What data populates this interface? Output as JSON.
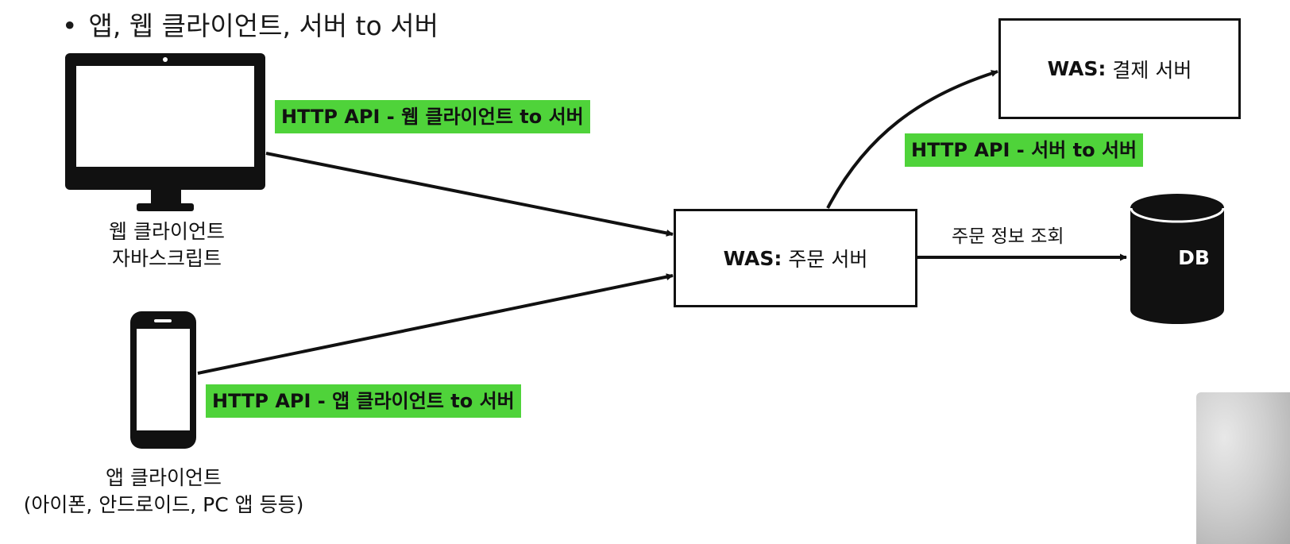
{
  "heading": {
    "bullet": "•",
    "text": "앱, 웹 클라이언트, 서버 to 서버"
  },
  "labels": {
    "web_api": "HTTP API - 웹 클라이언트 to 서버",
    "server_api": "HTTP API - 서버 to 서버",
    "app_api": "HTTP API - 앱 클라이언트 to 서버"
  },
  "boxes": {
    "order": {
      "prefix": "WAS:",
      "name": "주문 서버"
    },
    "payment": {
      "prefix": "WAS:",
      "name": "결제 서버"
    }
  },
  "db": {
    "label": "DB"
  },
  "query_label": "주문 정보 조회",
  "web_client": {
    "line1": "웹 클라이언트",
    "line2": "자바스크립트"
  },
  "app_client": {
    "line1": "앱 클라이언트",
    "line2": "(아이폰, 안드로이드, PC 앱 등등)"
  },
  "icons": [
    "monitor-icon",
    "smartphone-icon",
    "database-icon",
    "mouse-cursor-icon"
  ],
  "colors": {
    "highlight": "#4fd33a",
    "ink": "#111111"
  }
}
